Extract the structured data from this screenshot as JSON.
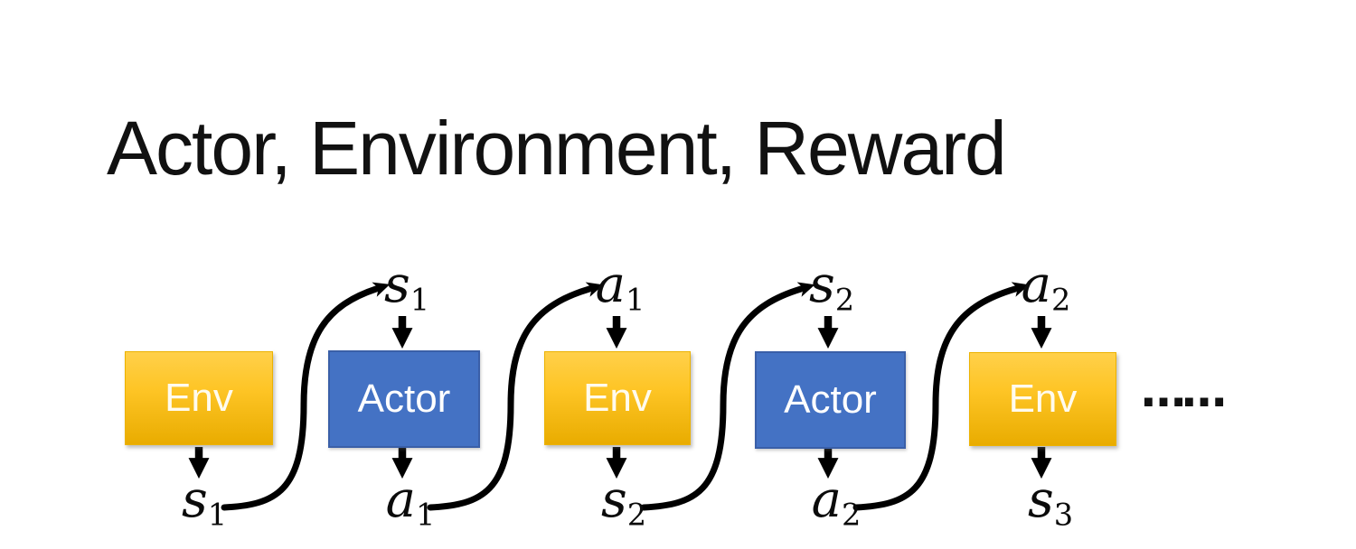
{
  "slide": {
    "title": "Actor, Environment, Reward"
  },
  "diagram": {
    "boxes": [
      {
        "id": "env-1",
        "label": "Env"
      },
      {
        "id": "actor-1",
        "label": "Actor"
      },
      {
        "id": "env-2",
        "label": "Env"
      },
      {
        "id": "actor-2",
        "label": "Actor"
      },
      {
        "id": "env-3",
        "label": "Env"
      }
    ],
    "top_labels": [
      {
        "main": "s",
        "sub": "1"
      },
      {
        "main": "a",
        "sub": "1"
      },
      {
        "main": "s",
        "sub": "2"
      },
      {
        "main": "a",
        "sub": "2"
      }
    ],
    "bottom_labels": [
      {
        "main": "s",
        "sub": "1"
      },
      {
        "main": "a",
        "sub": "1"
      },
      {
        "main": "s",
        "sub": "2"
      },
      {
        "main": "a",
        "sub": "2"
      },
      {
        "main": "s",
        "sub": "3"
      }
    ],
    "ellipsis": "……",
    "colors": {
      "env_gradient_top": "#FFD04A",
      "env_gradient_bottom": "#E9AC00",
      "actor_fill": "#4472C4",
      "actor_border": "#3A5FA8",
      "arrow": "#000000",
      "title_text": "#111111",
      "box_text": "#FFFFFF"
    }
  }
}
